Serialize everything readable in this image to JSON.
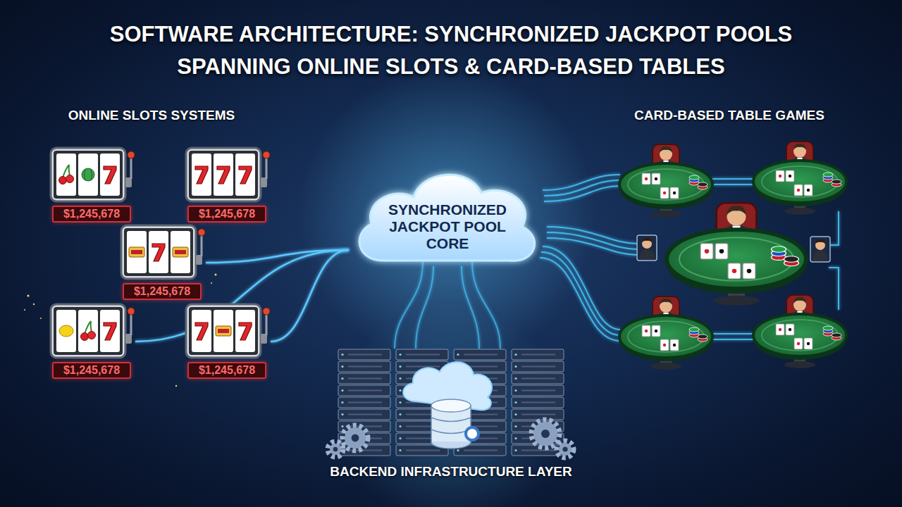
{
  "diagram": {
    "title": "SOFTWARE ARCHITECTURE: SYNCHRONIZED JACKPOT POOLS SPANNING ONLINE SLOTS & CARD-BASED TABLES",
    "nodes": [
      {
        "text": [
          "$1,245,678"
        ]
      },
      {
        "text": [
          "$1,245,678"
        ]
      },
      {
        "text": [
          "$1,245,678"
        ]
      },
      {
        "text": [
          "$1,245,678"
        ]
      },
      {
        "text": [
          "$1,245,678"
        ]
      },
      {
        "text": [
          "SYNCHRONIZED JACKPOT POOL CORE"
        ]
      },
      {
        "text": [
          "BACKEND INFRASTRUCTURE LAYER"
        ]
      }
    ],
    "edges": [
      {
        "from": 0,
        "to": 5,
        "arrow": "none"
      },
      {
        "from": 1,
        "to": 5,
        "arrow": "none"
      },
      {
        "from": 2,
        "to": 5,
        "arrow": "none"
      },
      {
        "from": 3,
        "to": 5,
        "arrow": "none"
      },
      {
        "from": 4,
        "to": 5,
        "arrow": "none"
      },
      {
        "from": 5,
        "to": 6,
        "arrow": "none"
      }
    ],
    "labels": [
      "ONLINE SLOTS SYSTEMS",
      "CARD-BASED TABLE GAMES"
    ]
  }
}
